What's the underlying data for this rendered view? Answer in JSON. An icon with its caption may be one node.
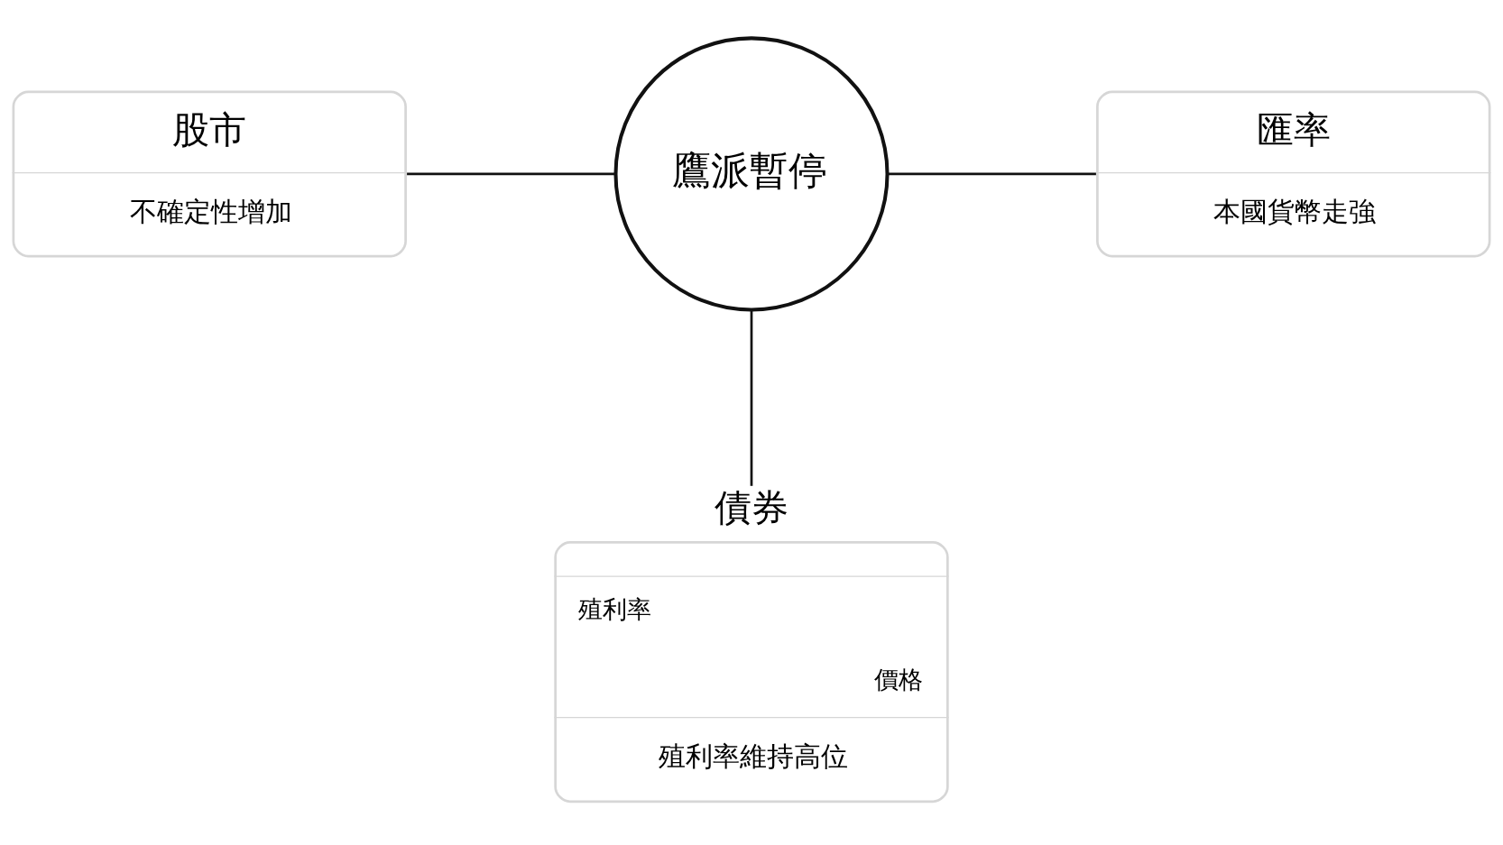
{
  "diagram": {
    "nodes": [
      {
        "text": [
          "股市",
          "不確定性增加"
        ]
      },
      {
        "text": [
          "鷹派暫停"
        ]
      },
      {
        "text": [
          "匯率",
          "本國貨幣走強"
        ]
      },
      {
        "text": [
          "債券",
          "殖利率",
          "價格",
          "殖利率維持高位"
        ]
      }
    ],
    "edges": [
      {
        "from": 0,
        "to": 1,
        "arrow": "none"
      },
      {
        "from": 1,
        "to": 2,
        "arrow": "none"
      },
      {
        "from": 1,
        "to": 3,
        "arrow": "none"
      }
    ]
  }
}
